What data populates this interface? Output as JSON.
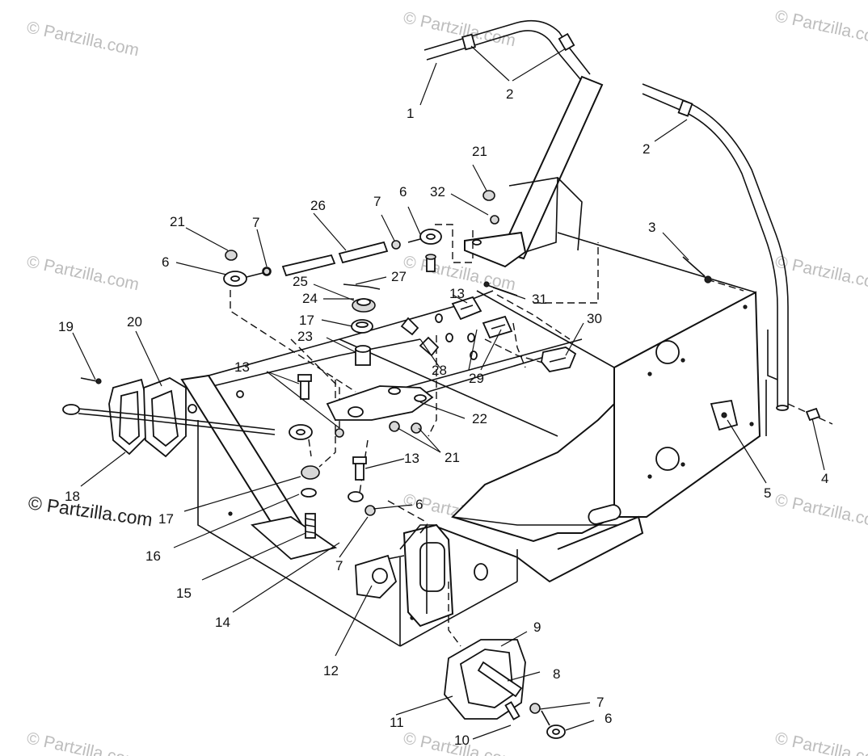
{
  "watermarks": {
    "faint_text": "© Partzilla.com",
    "dark_text": "© Partzilla.com"
  },
  "callouts": [
    {
      "id": "c1",
      "text": "1"
    },
    {
      "id": "c2a",
      "text": "2"
    },
    {
      "id": "c2b",
      "text": "2"
    },
    {
      "id": "c3",
      "text": "3"
    },
    {
      "id": "c4",
      "text": "4"
    },
    {
      "id": "c5",
      "text": "5"
    },
    {
      "id": "c6a",
      "text": "6"
    },
    {
      "id": "c6b",
      "text": "6"
    },
    {
      "id": "c6c",
      "text": "6"
    },
    {
      "id": "c6d",
      "text": "6"
    },
    {
      "id": "c7a",
      "text": "7"
    },
    {
      "id": "c7b",
      "text": "7"
    },
    {
      "id": "c7c",
      "text": "7"
    },
    {
      "id": "c7d",
      "text": "7"
    },
    {
      "id": "c8",
      "text": "8"
    },
    {
      "id": "c9",
      "text": "9"
    },
    {
      "id": "c10",
      "text": "10"
    },
    {
      "id": "c11",
      "text": "11"
    },
    {
      "id": "c12",
      "text": "12"
    },
    {
      "id": "c13a",
      "text": "13"
    },
    {
      "id": "c13b",
      "text": "13"
    },
    {
      "id": "c13c",
      "text": "13"
    },
    {
      "id": "c14",
      "text": "14"
    },
    {
      "id": "c15",
      "text": "15"
    },
    {
      "id": "c16",
      "text": "16"
    },
    {
      "id": "c17a",
      "text": "17"
    },
    {
      "id": "c17b",
      "text": "17"
    },
    {
      "id": "c18",
      "text": "18"
    },
    {
      "id": "c19",
      "text": "19"
    },
    {
      "id": "c20",
      "text": "20"
    },
    {
      "id": "c21a",
      "text": "21"
    },
    {
      "id": "c21b",
      "text": "21"
    },
    {
      "id": "c21c",
      "text": "21"
    },
    {
      "id": "c22",
      "text": "22"
    },
    {
      "id": "c23",
      "text": "23"
    },
    {
      "id": "c24",
      "text": "24"
    },
    {
      "id": "c25",
      "text": "25"
    },
    {
      "id": "c26",
      "text": "26"
    },
    {
      "id": "c27",
      "text": "27"
    },
    {
      "id": "c28",
      "text": "28"
    },
    {
      "id": "c29",
      "text": "29"
    },
    {
      "id": "c30",
      "text": "30"
    },
    {
      "id": "c31",
      "text": "31"
    },
    {
      "id": "c32",
      "text": "32"
    }
  ]
}
